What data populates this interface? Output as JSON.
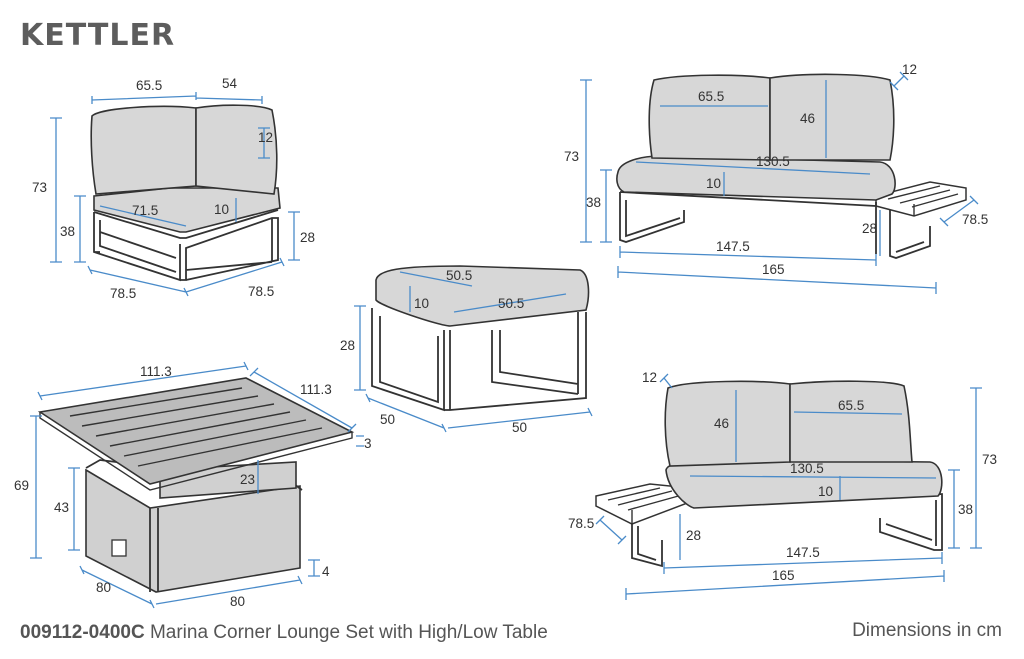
{
  "brand": "KETTLER",
  "footer": {
    "product_code": "009112-0400C",
    "product_name": "Marina Corner Lounge Set with High/Low Table",
    "units_note": "Dimensions in cm"
  },
  "corner_chair": {
    "back_width_a": "65.5",
    "back_width_b": "54",
    "back_thickness": "12",
    "height": "73",
    "seat_height": "38",
    "seat_depth": "71.5",
    "cushion_thickness": "10",
    "frame_height": "28",
    "depth_a": "78.5",
    "depth_b": "78.5"
  },
  "sofa_right": {
    "back_cushion_width": "65.5",
    "back_height": "46",
    "back_thickness": "12",
    "height": "73",
    "seat_height": "38",
    "seat_width": "130.5",
    "cushion_thickness": "10",
    "frame_height": "28",
    "depth": "78.5",
    "seat_frame_length": "147.5",
    "total_length": "165"
  },
  "ottoman": {
    "cushion_depth": "50.5",
    "cushion_width": "50.5",
    "cushion_thickness": "10",
    "height": "28",
    "depth": "50",
    "width": "50"
  },
  "table": {
    "top_width": "111.3",
    "top_depth": "111.3",
    "top_thickness": "3",
    "max_height": "69",
    "min_height": "43",
    "lift_range": "23",
    "base_clearance": "4",
    "base_depth": "80",
    "base_width": "80"
  },
  "sofa_left": {
    "back_thickness": "12",
    "back_height": "46",
    "back_cushion_width": "65.5",
    "seat_width": "130.5",
    "cushion_thickness": "10",
    "height": "73",
    "seat_height": "38",
    "depth": "78.5",
    "frame_height": "28",
    "seat_frame_length": "147.5",
    "total_length": "165"
  }
}
